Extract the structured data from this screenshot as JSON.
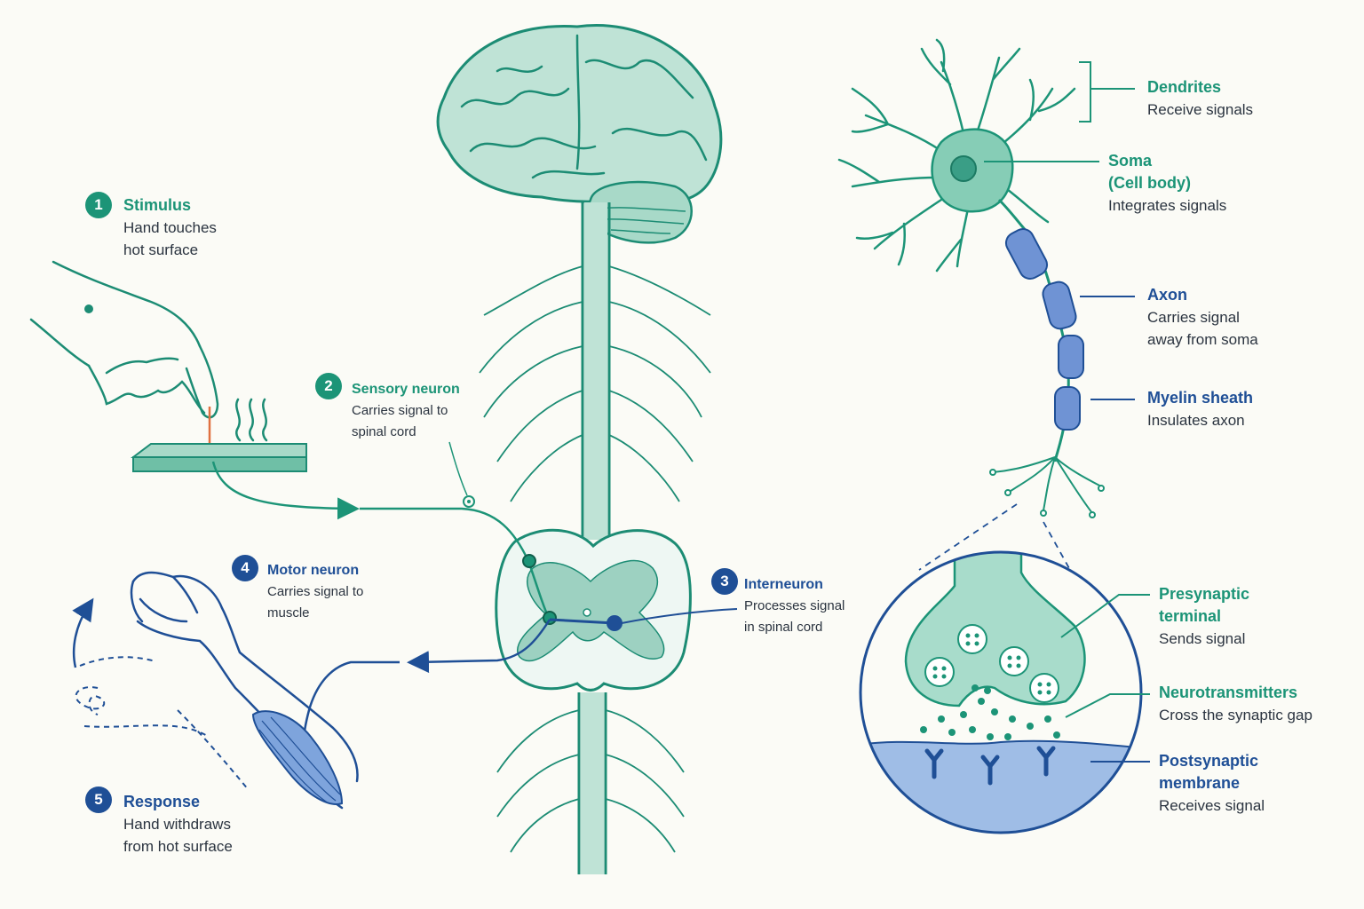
{
  "steps": [
    {
      "number": "1",
      "title": "Stimulus",
      "desc": [
        "Hand touches",
        "hot surface"
      ]
    },
    {
      "number": "2",
      "title": "Sensory neuron",
      "desc": [
        "Carries signal to",
        "spinal cord"
      ]
    },
    {
      "number": "3",
      "title": "Interneuron",
      "desc": [
        "Processes signal",
        "in spinal cord"
      ]
    },
    {
      "number": "4",
      "title": "Motor neuron",
      "desc": [
        "Carries signal to",
        "muscle"
      ]
    },
    {
      "number": "5",
      "title": "Response",
      "desc": [
        "Hand withdraws",
        "from hot surface"
      ]
    }
  ],
  "neuron_parts": {
    "dendrites": {
      "title": "Dendrites",
      "desc": [
        "Receive signals"
      ]
    },
    "soma": {
      "title": [
        "Soma",
        "(Cell body)"
      ],
      "desc": [
        "Integrates signals"
      ]
    },
    "axon": {
      "title": "Axon",
      "desc": [
        "Carries signal",
        "away from soma"
      ]
    },
    "myelin": {
      "title": "Myelin sheath",
      "desc": [
        "Insulates axon"
      ]
    }
  },
  "synapse_parts": {
    "presynaptic": {
      "title": [
        "Presynaptic",
        "terminal"
      ],
      "desc": [
        "Sends signal"
      ]
    },
    "neurotransmitters": {
      "title": "Neurotransmitters",
      "desc": [
        "Cross the synaptic gap"
      ]
    },
    "postsynaptic": {
      "title": [
        "Postsynaptic",
        "membrane"
      ],
      "desc": [
        "Receives signal"
      ]
    }
  },
  "colors": {
    "green": "#1c9477",
    "blue": "#1f4f96",
    "tissue": "#bfe3d6",
    "background": "#fbfbf6"
  }
}
